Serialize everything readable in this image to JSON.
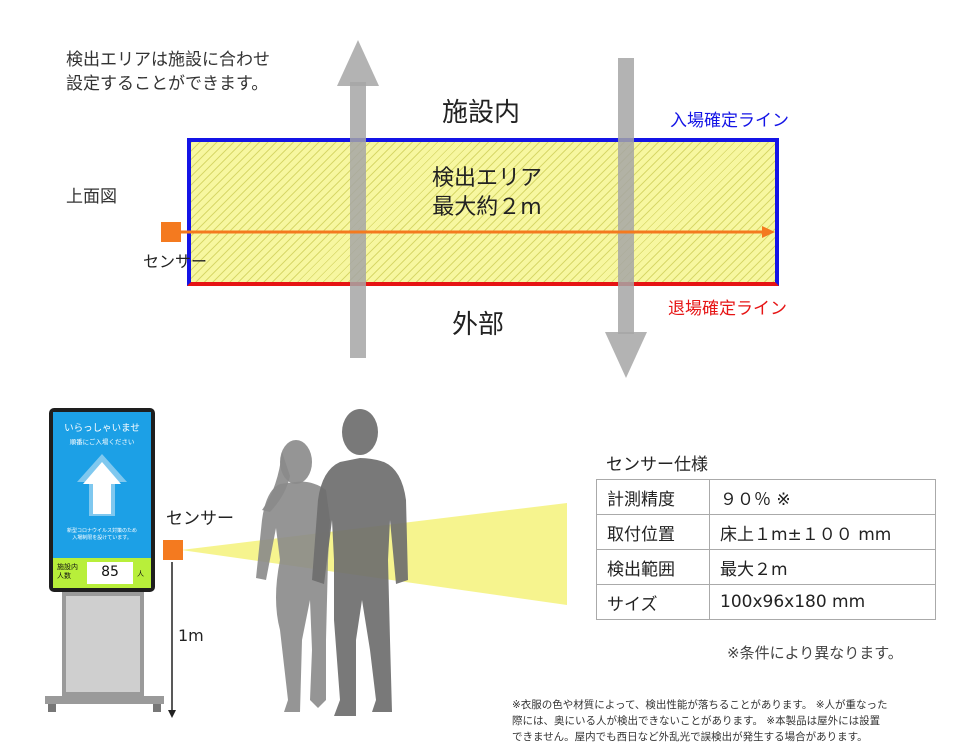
{
  "top_diagram": {
    "note": [
      "検出エリアは施設に合わせ",
      "設定することができます。"
    ],
    "view_label": "上面図",
    "inside_label": "施設内",
    "outside_label": "外部",
    "area_title": [
      "検出エリア",
      "最大約２m"
    ],
    "enter_line_label": "入場確定ライン",
    "exit_line_label": "退場確定ライン",
    "sensor_label": "センサー",
    "colors": {
      "enter_line": "#1414e6",
      "exit_line": "#e61414",
      "sensor": "#f47a1f",
      "area_fill": "#f7f7a0",
      "beam": "#f47a1f"
    },
    "arrows": [
      "up-arrow-icon",
      "down-arrow-icon"
    ]
  },
  "kiosk": {
    "welcome": "いらっしゃいませ",
    "sub": "順番にご入場ください",
    "note": [
      "新型コロナウイルス対策のため",
      "入場制限を設けています。"
    ],
    "count_label": [
      "施設内",
      "人数"
    ],
    "count": "85",
    "count_unit": "人",
    "sensor_label": "センサー",
    "height_label": "1m"
  },
  "spec": {
    "title": "センサー仕様",
    "rows": [
      {
        "key": "計測精度",
        "value": "９０％ ※"
      },
      {
        "key": "取付位置",
        "value": "床上１m±１００ mm"
      },
      {
        "key": "検出範囲",
        "value": "最大２m"
      },
      {
        "key": "サイズ",
        "value": "100x96x180 mm"
      }
    ],
    "note": "※条件により異なります。"
  },
  "disclaimer": [
    "※衣服の色や材質によって、検出性能が落ちることがあります。 ※人が重なった",
    "際には、奥にいる人が検出できないことがあります。 ※本製品は屋外には設置",
    "できません。屋内でも西日など外乱光で誤検出が発生する場合があります。"
  ]
}
